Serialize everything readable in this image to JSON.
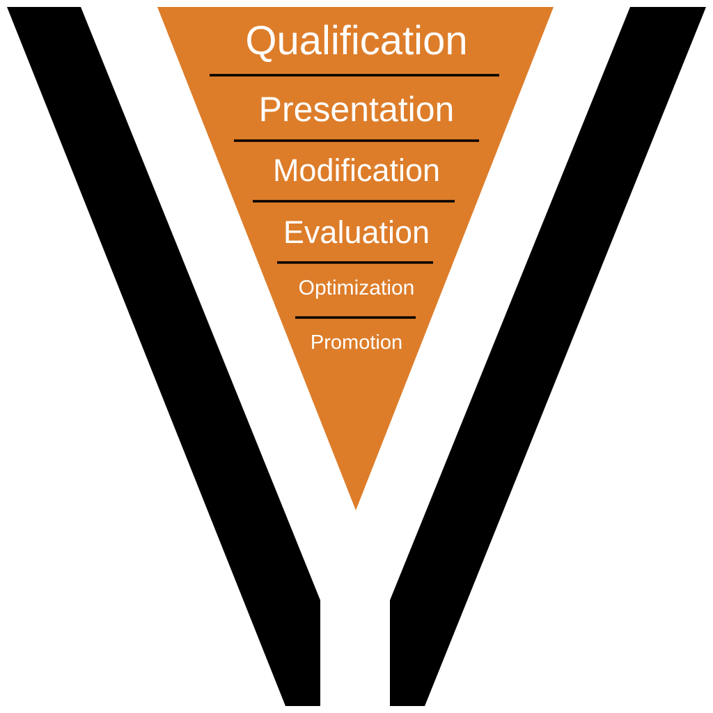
{
  "colors": {
    "funnel_fill": "#DD7D2A",
    "walls": "#000000",
    "text": "#FFFFFF",
    "separators": "#000000",
    "background": "#FFFFFF"
  },
  "funnel": {
    "stages": [
      {
        "label": "Qualification"
      },
      {
        "label": "Presentation"
      },
      {
        "label": "Modification"
      },
      {
        "label": "Evaluation"
      },
      {
        "label": "Optimization"
      },
      {
        "label": "Promotion"
      }
    ]
  }
}
